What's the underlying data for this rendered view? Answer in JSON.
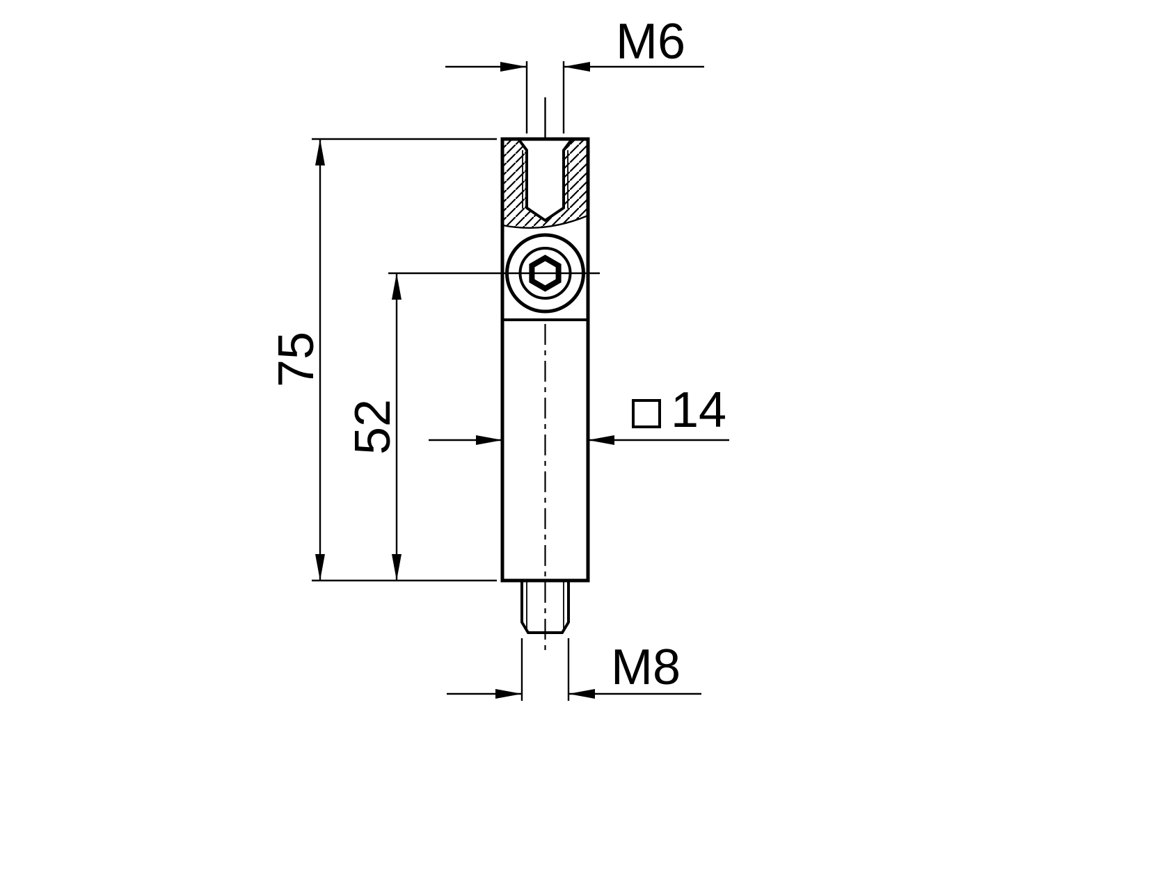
{
  "drawing": {
    "labels": {
      "thread_top": "M6",
      "overall_height": "75",
      "screw_axis_to_bottom": "52",
      "square_width_value": "14",
      "square_width_symbol": "□",
      "thread_bottom": "M8"
    },
    "colors": {
      "line": "#000000",
      "background": "#ffffff"
    }
  }
}
